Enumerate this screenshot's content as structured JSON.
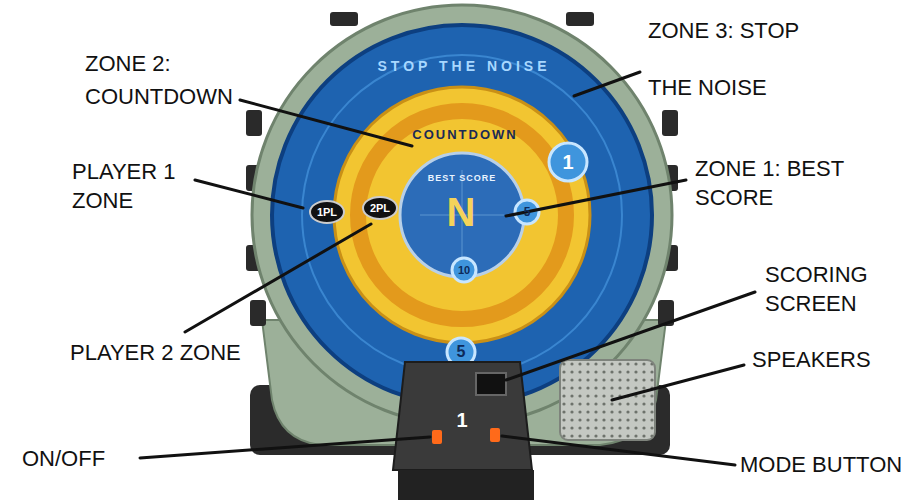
{
  "diagram": {
    "labels": [
      "ZONE 2: COUNTDOWN",
      "ZONE 3: STOP THE NOISE",
      "PLAYER 1 ZONE",
      "ZONE 1: BEST SCORE",
      "SCORING SCREEN",
      "SPEAKERS",
      "PLAYER 2 ZONE",
      "ON/OFF",
      "MODE BUTTON",
      "STOP THE NOISE",
      "COUNTDOWN",
      "BEST SCORE",
      "N",
      "1PL",
      "2PL",
      "1",
      "5",
      "10",
      "5",
      "1"
    ]
  }
}
